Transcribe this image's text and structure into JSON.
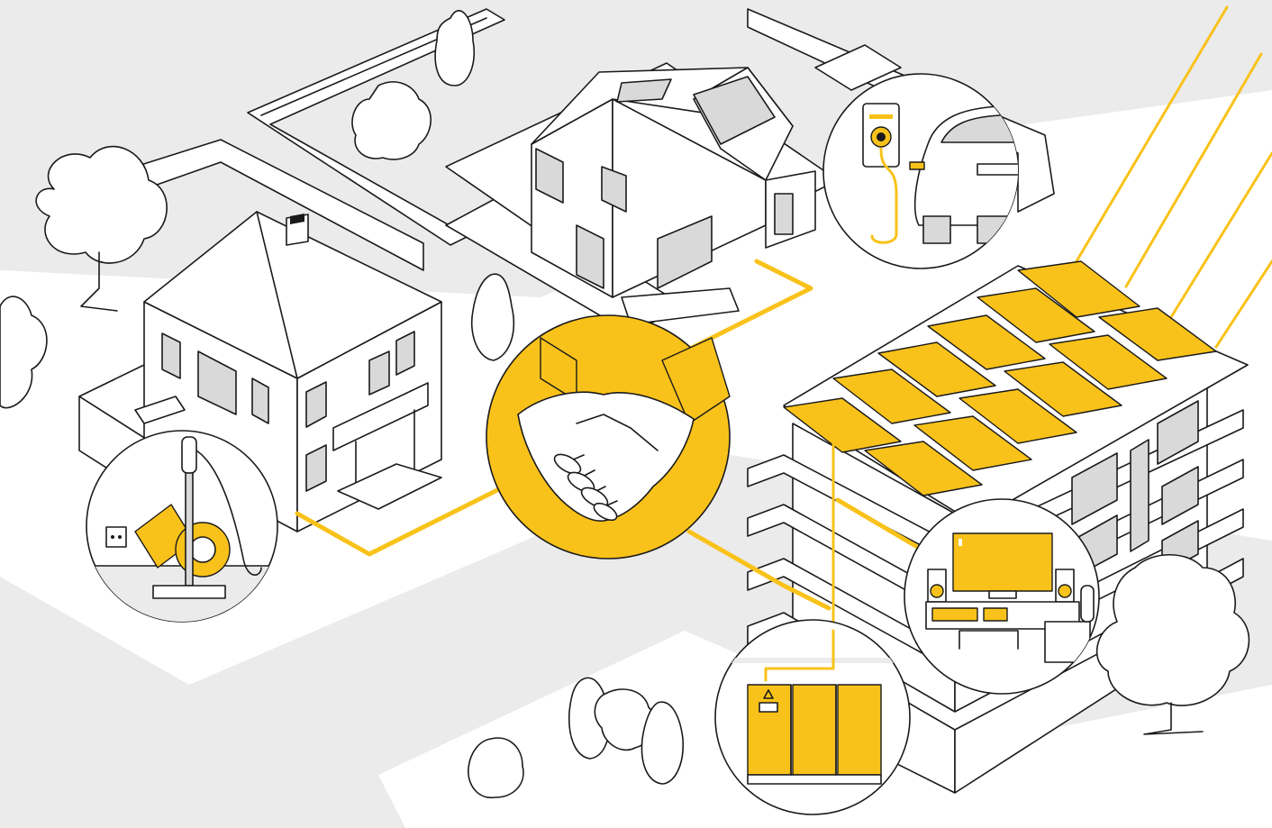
{
  "illustration": {
    "colors": {
      "background": "#ffffff",
      "ground": "#ebebeb",
      "accent": "#f9c21a",
      "line": "#1a1a1a",
      "window": "#d9d9d9"
    },
    "scenes": [
      {
        "name": "villa-house",
        "icon": "house-icon"
      },
      {
        "name": "modern-house",
        "icon": "house-icon"
      },
      {
        "name": "apartment-building",
        "icon": "building-icon"
      },
      {
        "name": "ev-charging-detail",
        "icon": "car-charger-icon"
      },
      {
        "name": "handshake-detail",
        "icon": "handshake-icon"
      },
      {
        "name": "vacuum-detail",
        "icon": "vacuum-cleaner-icon"
      },
      {
        "name": "tv-entertainment-detail",
        "icon": "television-icon"
      },
      {
        "name": "battery-storage-detail",
        "icon": "battery-cabinet-icon"
      }
    ]
  }
}
